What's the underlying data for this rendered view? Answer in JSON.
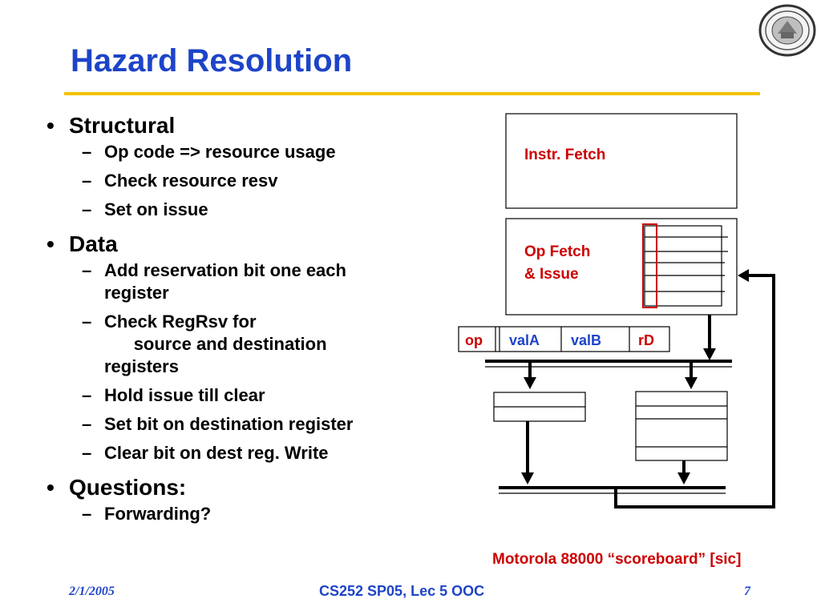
{
  "slide": {
    "title": "Hazard Resolution"
  },
  "bullets": [
    {
      "label": "Structural",
      "subs": [
        "Op code => resource usage",
        "Check resource resv",
        "Set on issue"
      ]
    },
    {
      "label": "Data",
      "subs": [
        "Add reservation bit one each\nregister",
        "Check RegRsv for\n      source and destination\nregisters",
        "Hold issue till clear",
        "Set bit on destination register",
        "Clear bit on dest reg. Write"
      ]
    },
    {
      "label": "Questions:",
      "subs": [
        "Forwarding?"
      ]
    }
  ],
  "diagram": {
    "instr_fetch": "Instr. Fetch",
    "op_fetch_line1": "Op Fetch",
    "op_fetch_line2": "& Issue",
    "fields": {
      "op": "op",
      "valA": "valA",
      "valB": "valB",
      "rD": "rD"
    },
    "caption": "Motorola 88000 “scoreboard” [sic]"
  },
  "footer": {
    "date": "2/1/2005",
    "course": "CS252 SP05, Lec 5 OOC",
    "page": "7"
  },
  "colors": {
    "title": "#1d44c8",
    "rule": "#f2c200",
    "diagram_text": "#cc0000"
  },
  "icons": {
    "seal": "university-seal-icon"
  }
}
